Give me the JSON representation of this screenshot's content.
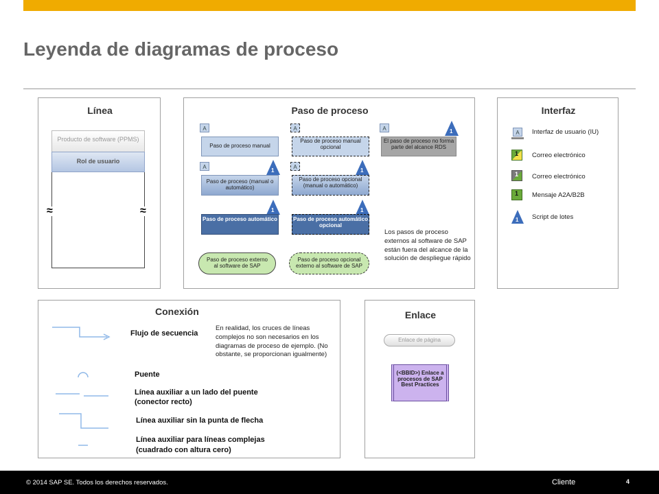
{
  "header": {
    "title": "Leyenda de diagramas de proceso"
  },
  "linea": {
    "title": "Línea",
    "product_label": "Producto de software (PPMS)",
    "role_label": "Rol de usuario",
    "break_symbol": "≈"
  },
  "paso": {
    "title": "Paso de proceso",
    "tab_letter": "A",
    "badge_number": "1",
    "manual": "Paso de proceso manual",
    "optional_manual": "Paso de proceso manual opcional",
    "out_of_scope": "El paso de proceso no forma parte del alcance RDS",
    "manual_or_auto": "Paso de proceso (manual o automático)",
    "optional_manual_or_auto": "Paso de proceso opcional (manual o automático)",
    "automatic": "Paso de proceso automático",
    "optional_automatic": "Paso de proceso automático opcional",
    "external": "Paso de proceso externo al software de SAP",
    "optional_external": "Paso de proceso opcional externo al software de SAP",
    "note": "Los pasos de proceso externos al software de SAP están fuera del alcance de la solución de despliegue rápido"
  },
  "interfaz": {
    "title": "Interfaz",
    "items": [
      {
        "label": "Interfaz de usuario (IU)"
      },
      {
        "label": "Correo electrónico"
      },
      {
        "label": "Correo electrónico"
      },
      {
        "label": "Mensaje A2A/B2B"
      },
      {
        "label": "Script de lotes"
      }
    ]
  },
  "conexion": {
    "title": "Conexión",
    "flujo": "Flujo de secuencia",
    "note": "En realidad, los cruces de líneas complejos no son necesarios en los diagramas de proceso de ejemplo. (No obstante, se proporcionan igualmente)",
    "puente": "Puente",
    "aux_lado_1": "Línea auxiliar a un lado del puente",
    "aux_lado_2": "(conector recto)",
    "aux_sin_punta": "Línea auxiliar sin la punta de flecha",
    "aux_complejas_1": "Línea auxiliar para líneas complejas",
    "aux_complejas_2": "(cuadrado con altura cero)"
  },
  "enlace": {
    "title": "Enlace",
    "page_link": "Enlace de página",
    "bbid_link": "(<BBID>) Enlace a procesos de SAP Best Practices"
  },
  "footer": {
    "copyright": "© 2014 SAP SE. Todos los derechos reservados.",
    "audience": "Cliente",
    "page_number": "4"
  },
  "colors": {
    "accent_bar": "#f0ab00",
    "step_manual": "#c5d5ea",
    "step_auto": "#4a6fa5",
    "step_external": "#c8e8b0",
    "out_of_scope": "#a6a6a6",
    "link_purple": "#ccb3ee",
    "green_interface": "#6aaa3a",
    "blue_badge": "#3c6dbb"
  }
}
